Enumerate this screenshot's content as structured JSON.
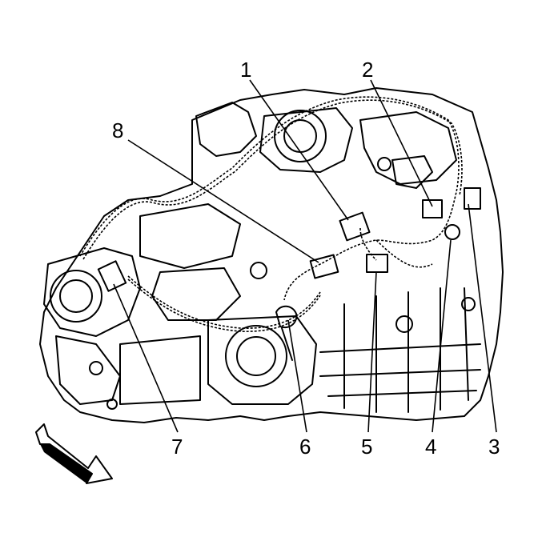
{
  "diagram": {
    "callouts": [
      {
        "id": "1",
        "label": "1"
      },
      {
        "id": "2",
        "label": "2"
      },
      {
        "id": "3",
        "label": "3"
      },
      {
        "id": "4",
        "label": "4"
      },
      {
        "id": "5",
        "label": "5"
      },
      {
        "id": "6",
        "label": "6"
      },
      {
        "id": "7",
        "label": "7"
      },
      {
        "id": "8",
        "label": "8"
      }
    ],
    "colors": {
      "line": "#000000",
      "background": "#ffffff"
    },
    "icons": [
      "direction-arrow-icon"
    ]
  }
}
